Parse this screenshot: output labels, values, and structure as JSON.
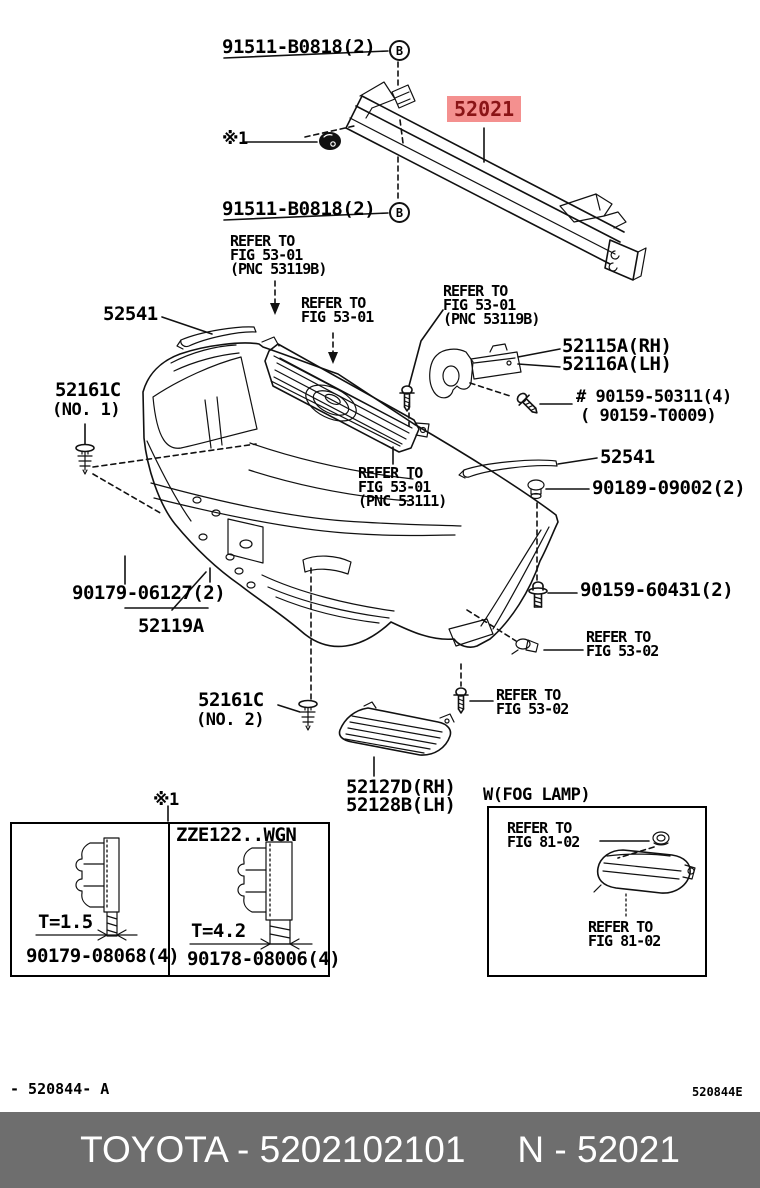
{
  "highlight": {
    "part": "52021",
    "bg_color": "#f4908f",
    "text_color": "#8a1416"
  },
  "callouts": {
    "bolt_upper": "91511-B0818(2)",
    "bolt_lower": "91511-B0818(2)",
    "fastener_symbol": "B",
    "note_ref_top": "※1",
    "note_ref_bottom": "※1",
    "refer_fig5301_pnc53119b_left": "REFER TO\nFIG 53-01\n(PNC 53119B)",
    "refer_fig5301_center": "REFER TO\nFIG 53-01",
    "refer_fig5301_pnc53119b_right": "REFER TO\nFIG 53-01\n(PNC 53119B)",
    "refer_fig5301_pnc53111": "REFER TO\nFIG 53-01\n(PNC 53111)",
    "refer_fig5302_upper": "REFER TO\nFIG 53-02",
    "refer_fig5302_lower": "REFER TO\nFIG 53-02",
    "molding_left": "52541",
    "molding_right": "52541",
    "support_rh": "52115A(RH)",
    "support_lh": "52116A(LH)",
    "support_screw": "# 90159-50311(4)",
    "support_screw_alt": "( 90159-T0009)",
    "clip1_part": "52161C",
    "clip1_note": "(NO. 1)",
    "clip2_part": "52161C",
    "clip2_note": "(NO. 2)",
    "grommet": "90189-09002(2)",
    "lower_screw": "90179-06127(2)",
    "lower_cover": "52119A",
    "side_screw": "90159-60431(2)",
    "fog_grille_rh": "52127D(RH)",
    "fog_grille_lh": "52128B(LH)"
  },
  "inset_nuts": {
    "variant": "ZZE122..WGN",
    "left_thickness": "T=1.5",
    "left_part": "90179-08068(4)",
    "right_thickness": "T=4.2",
    "right_part": "90178-08006(4)"
  },
  "inset_fog": {
    "header": "W(FOG LAMP)",
    "refer_fig8102_upper": "REFER TO\nFIG 81-02",
    "refer_fig8102_lower": "REFER TO\nFIG 81-02"
  },
  "footer": {
    "doc_code_left": "- 520844- A",
    "doc_code_right": "520844E",
    "bar_left": "TOYOTA - 5202102101",
    "bar_right": "N - 52021",
    "bar_bg": "#6e6e6e"
  }
}
